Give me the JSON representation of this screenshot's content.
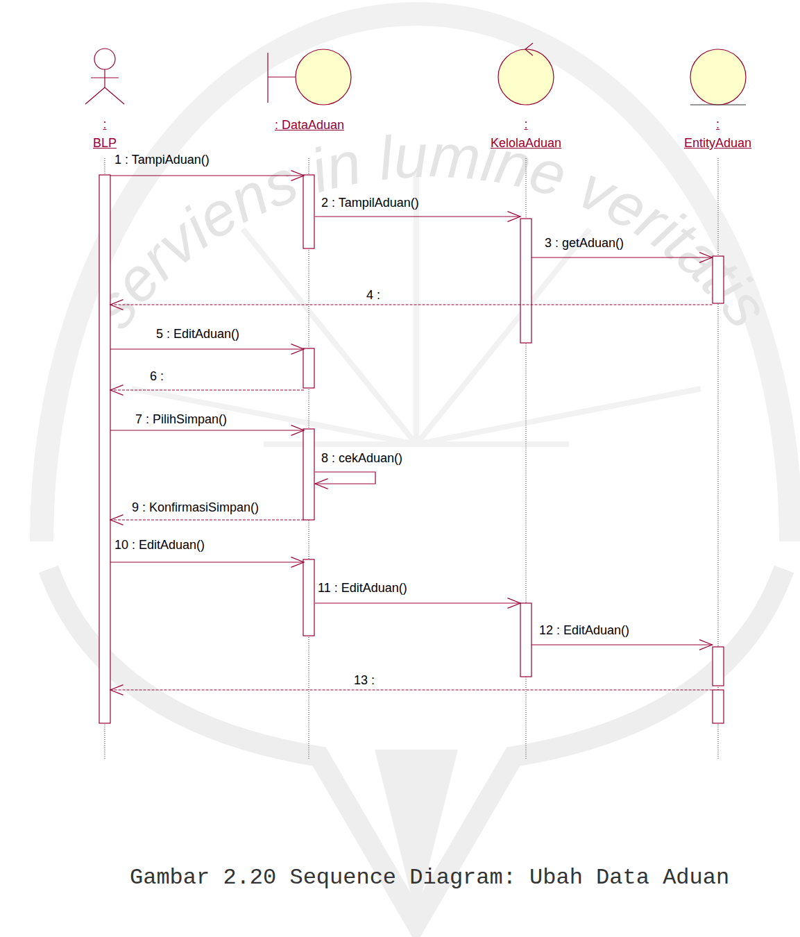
{
  "diagram": {
    "caption": "Gambar 2.20 Sequence Diagram: Ubah Data Aduan",
    "nodes": [
      {
        "text": [
          ": BLP"
        ]
      },
      {
        "text": [
          ": DataAduan"
        ]
      },
      {
        "text": [
          ": KelolaAduan"
        ]
      },
      {
        "text": [
          ": EntityAduan"
        ]
      }
    ],
    "edges": [
      {
        "from": 0,
        "to": 1,
        "label": "1 : TampiAduan()",
        "arrow": "to"
      },
      {
        "from": 1,
        "to": 2,
        "label": "2 : TampilAduan()",
        "arrow": "to"
      },
      {
        "from": 2,
        "to": 3,
        "label": "3 : getAduan()",
        "arrow": "to"
      },
      {
        "from": 3,
        "to": 0,
        "label": "4 :",
        "arrow": "to"
      },
      {
        "from": 0,
        "to": 1,
        "label": "5 : EditAduan()",
        "arrow": "to"
      },
      {
        "from": 1,
        "to": 0,
        "label": "6 :",
        "arrow": "to"
      },
      {
        "from": 0,
        "to": 1,
        "label": "7 : PilihSimpan()",
        "arrow": "to"
      },
      {
        "from": 1,
        "to": 1,
        "label": "8 : cekAduan()",
        "arrow": "to"
      },
      {
        "from": 1,
        "to": 0,
        "label": "9 : KonfirmasiSimpan()",
        "arrow": "to"
      },
      {
        "from": 0,
        "to": 1,
        "label": "10 : EditAduan()",
        "arrow": "to"
      },
      {
        "from": 1,
        "to": 2,
        "label": "11 : EditAduan()",
        "arrow": "to"
      },
      {
        "from": 2,
        "to": 3,
        "label": "12 : EditAduan()",
        "arrow": "to"
      },
      {
        "from": 3,
        "to": 0,
        "label": "13 :",
        "arrow": "to"
      }
    ],
    "labels": [
      "serviens in lumine veritatis"
    ]
  }
}
